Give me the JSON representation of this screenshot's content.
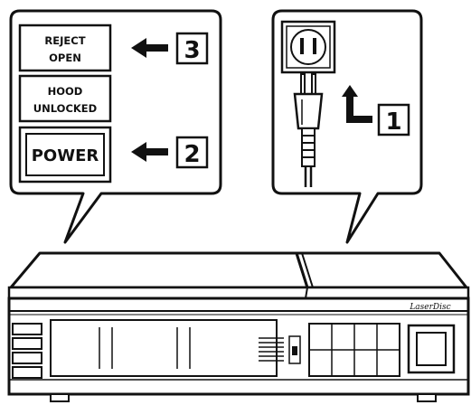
{
  "left_panel": {
    "reject_open_line1": "REJECT",
    "reject_open_line2": "OPEN",
    "hood_unlocked_line1": "HOOD",
    "hood_unlocked_line2": "UNLOCKED",
    "power_label": "POWER",
    "step_3": "3",
    "step_2": "2"
  },
  "right_panel": {
    "step_1": "1"
  },
  "player": {
    "brand": "LaserDisc"
  }
}
